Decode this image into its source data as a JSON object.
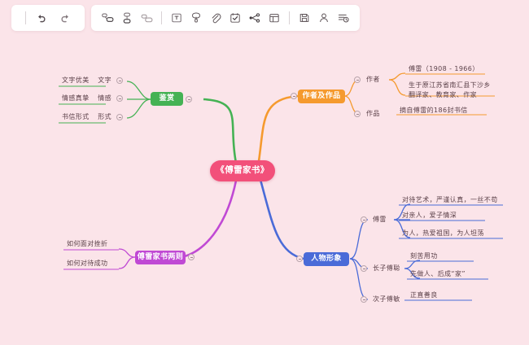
{
  "app": {
    "background_color": "#fbe4e9"
  },
  "toolbar": {
    "left_group": [
      {
        "name": "undo-icon",
        "label": "撤销"
      },
      {
        "name": "redo-icon",
        "label": "重做"
      }
    ],
    "main_group": [
      {
        "name": "add-sibling-node-icon",
        "label": "同级主题"
      },
      {
        "name": "add-child-node-icon",
        "label": "子主题"
      },
      {
        "name": "add-free-node-icon",
        "label": "自由主题"
      },
      {
        "name": "text-format-icon",
        "label": "文本"
      },
      {
        "name": "brush-icon",
        "label": "样式刷"
      },
      {
        "name": "attachment-icon",
        "label": "附件"
      },
      {
        "name": "task-icon",
        "label": "任务"
      },
      {
        "name": "relationship-icon",
        "label": "关联"
      },
      {
        "name": "summary-icon",
        "label": "概要"
      },
      {
        "name": "save-icon",
        "label": "保存"
      },
      {
        "name": "share-icon",
        "label": "协作"
      },
      {
        "name": "history-icon",
        "label": "历史"
      }
    ]
  },
  "mindmap": {
    "root": {
      "label": "《傅雷家书》",
      "color": "#f2507a"
    },
    "branches": [
      {
        "label": "鉴赏",
        "color": "#45b254",
        "children": [
          {
            "label": "文字",
            "leaves": [
              "文字优美"
            ]
          },
          {
            "label": "情感",
            "leaves": [
              "情感真挚"
            ]
          },
          {
            "label": "形式",
            "leaves": [
              "书信形式"
            ]
          }
        ]
      },
      {
        "label": "作者及作品",
        "color": "#f59a2e",
        "children": [
          {
            "label": "作者",
            "leaves": [
              "傅雷（1908 - 1966）",
              "生于原江苏省南汇县下沙乡\n翻译家、教育家、作家"
            ]
          },
          {
            "label": "作品",
            "leaves": [
              "摘自傅雷的186封书信"
            ]
          }
        ]
      },
      {
        "label": "人物形象",
        "color": "#4a6bd8",
        "children": [
          {
            "label": "傅雷",
            "leaves": [
              "对待艺术，严谨认真，一丝不苟",
              "对亲人，爱子情深",
              "为人，热爱祖国，为人坦荡"
            ]
          },
          {
            "label": "长子傅聪",
            "leaves": [
              "刻苦用功",
              "先做人、后成“家”"
            ]
          },
          {
            "label": "次子傅敏",
            "leaves": [
              "正直善良"
            ]
          }
        ]
      },
      {
        "label": "傅雷家书两则",
        "color": "#c049d4",
        "children": [
          {
            "label": "如何面对挫折",
            "leaves": []
          },
          {
            "label": "如何对待成功",
            "leaves": []
          }
        ]
      }
    ]
  },
  "nodes": {
    "root_label": "《傅雷家书》",
    "b_jianshang": "鉴赏",
    "b_zuozhe": "作者及作品",
    "b_renwu": "人物形象",
    "b_liangze": "傅雷家书两则",
    "js_wenzi": "文字",
    "js_qinggan": "情感",
    "js_xingshi": "形式",
    "js_wenzi_leaf": "文字优美",
    "js_qinggan_leaf": "情感真挚",
    "js_xingshi_leaf": "书信形式",
    "zz_zuozhe": "作者",
    "zz_zuopin": "作品",
    "zz_leaf1": "傅雷（1908 - 1966）",
    "zz_leaf2_line1": "生于原江苏省南汇县下沙乡",
    "zz_leaf2_line2": "翻译家、教育家、作家",
    "zz_leaf3": "摘自傅雷的186封书信",
    "rw_fulei": "傅雷",
    "rw_fucong": "长子傅聪",
    "rw_fumin": "次子傅敏",
    "rw_leaf1": "对待艺术，严谨认真，一丝不苟",
    "rw_leaf2": "对亲人，爱子情深",
    "rw_leaf3": "为人，热爱祖国，为人坦荡",
    "rw_leaf4": "刻苦用功",
    "rw_leaf5": "先做人、后成“家”",
    "rw_leaf6": "正直善良",
    "lz_leaf1": "如何面对挫折",
    "lz_leaf2": "如何对待成功"
  }
}
